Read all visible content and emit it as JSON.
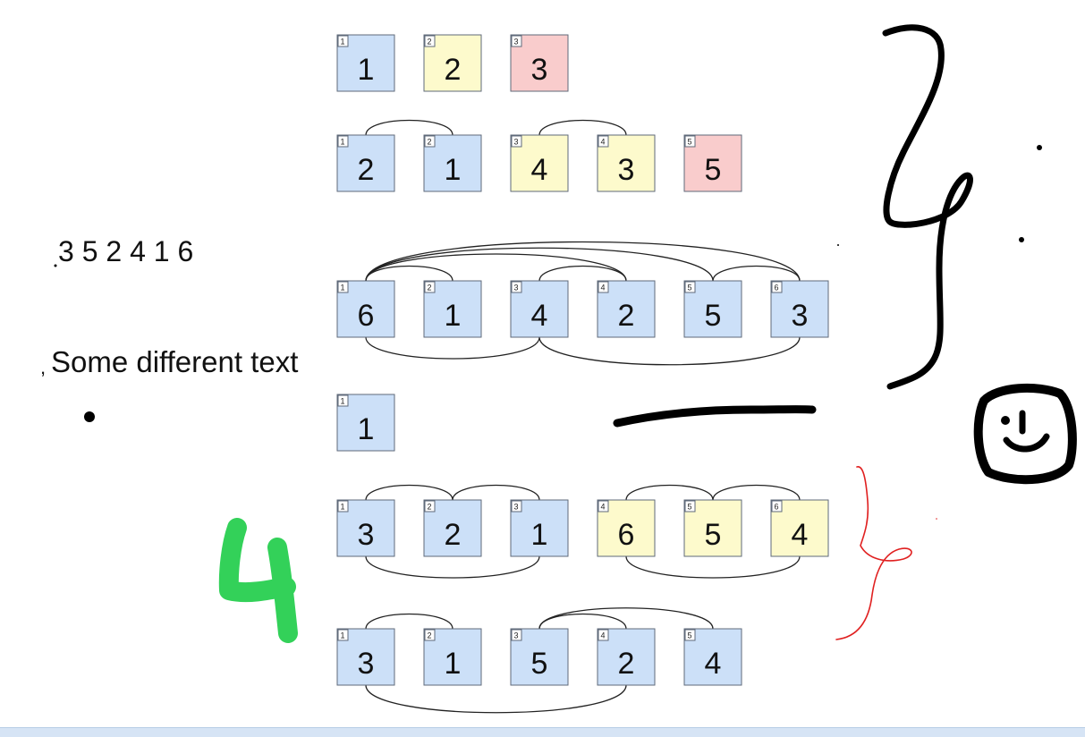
{
  "notes": {
    "sequence": "3 5 2 4 1 6",
    "caption": "Some different text"
  },
  "rows": [
    {
      "cells": [
        {
          "index": "1",
          "value": "1",
          "color": "blue"
        },
        {
          "index": "2",
          "value": "2",
          "color": "yellow"
        },
        {
          "index": "3",
          "value": "3",
          "color": "red"
        }
      ],
      "arcs": []
    },
    {
      "cells": [
        {
          "index": "1",
          "value": "2",
          "color": "blue"
        },
        {
          "index": "2",
          "value": "1",
          "color": "blue"
        },
        {
          "index": "3",
          "value": "4",
          "color": "yellow"
        },
        {
          "index": "4",
          "value": "3",
          "color": "yellow"
        },
        {
          "index": "5",
          "value": "5",
          "color": "red"
        }
      ],
      "arcs": [
        {
          "from": 0,
          "to": 1,
          "side": "top"
        },
        {
          "from": 2,
          "to": 3,
          "side": "top"
        }
      ]
    },
    {
      "cells": [
        {
          "index": "1",
          "value": "6",
          "color": "blue"
        },
        {
          "index": "2",
          "value": "1",
          "color": "blue"
        },
        {
          "index": "3",
          "value": "4",
          "color": "blue"
        },
        {
          "index": "4",
          "value": "2",
          "color": "blue"
        },
        {
          "index": "5",
          "value": "5",
          "color": "blue"
        },
        {
          "index": "6",
          "value": "3",
          "color": "blue"
        }
      ],
      "arcs": [
        {
          "from": 0,
          "to": 1,
          "side": "top"
        },
        {
          "from": 0,
          "to": 3,
          "side": "top"
        },
        {
          "from": 0,
          "to": 4,
          "side": "top"
        },
        {
          "from": 0,
          "to": 5,
          "side": "top"
        },
        {
          "from": 2,
          "to": 3,
          "side": "top"
        },
        {
          "from": 4,
          "to": 5,
          "side": "top"
        },
        {
          "from": 0,
          "to": 2,
          "side": "bottom"
        },
        {
          "from": 2,
          "to": 5,
          "side": "bottom"
        }
      ]
    },
    {
      "cells": [
        {
          "index": "1",
          "value": "1",
          "color": "blue"
        }
      ],
      "arcs": []
    },
    {
      "cells": [
        {
          "index": "1",
          "value": "3",
          "color": "blue"
        },
        {
          "index": "2",
          "value": "2",
          "color": "blue"
        },
        {
          "index": "3",
          "value": "1",
          "color": "blue"
        },
        {
          "index": "4",
          "value": "6",
          "color": "yellow"
        },
        {
          "index": "5",
          "value": "5",
          "color": "yellow"
        },
        {
          "index": "6",
          "value": "4",
          "color": "yellow"
        }
      ],
      "arcs": [
        {
          "from": 0,
          "to": 1,
          "side": "top"
        },
        {
          "from": 1,
          "to": 2,
          "side": "top"
        },
        {
          "from": 3,
          "to": 4,
          "side": "top"
        },
        {
          "from": 4,
          "to": 5,
          "side": "top"
        },
        {
          "from": 0,
          "to": 2,
          "side": "bottom"
        },
        {
          "from": 3,
          "to": 5,
          "side": "bottom"
        }
      ]
    },
    {
      "cells": [
        {
          "index": "1",
          "value": "3",
          "color": "blue"
        },
        {
          "index": "2",
          "value": "1",
          "color": "blue"
        },
        {
          "index": "3",
          "value": "5",
          "color": "blue"
        },
        {
          "index": "4",
          "value": "2",
          "color": "blue"
        },
        {
          "index": "5",
          "value": "4",
          "color": "blue"
        }
      ],
      "arcs": [
        {
          "from": 0,
          "to": 1,
          "side": "top"
        },
        {
          "from": 2,
          "to": 3,
          "side": "top"
        },
        {
          "from": 2,
          "to": 4,
          "side": "top"
        },
        {
          "from": 0,
          "to": 3,
          "side": "bottom"
        }
      ]
    }
  ],
  "palette": {
    "blue": "#cce0f8",
    "yellow": "#fdfacc",
    "red": "#f9cccc",
    "ink": "#000000",
    "green_marker": "#33d159",
    "red_pen": "#e02020"
  }
}
